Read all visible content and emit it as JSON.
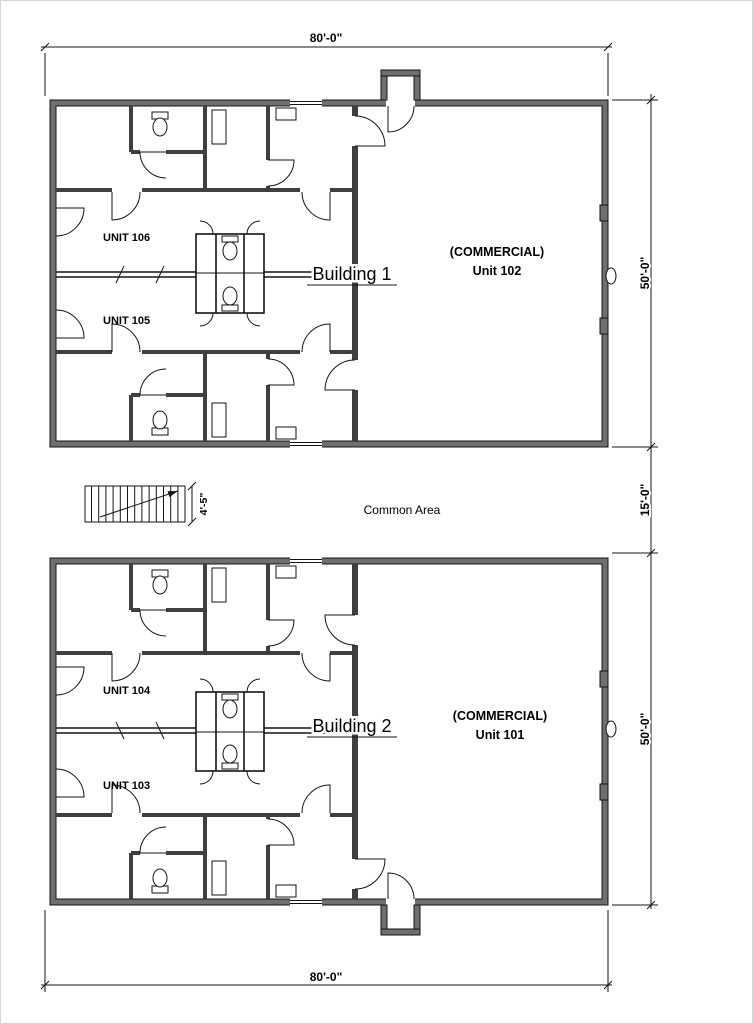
{
  "labels": {
    "building1": {
      "title": "Building 1",
      "unit_top": "UNIT 106",
      "unit_bottom": "UNIT 105",
      "commercial_line1": "(COMMERCIAL)",
      "commercial_line2": "Unit 102"
    },
    "building2": {
      "title": "Building 2",
      "unit_top": "UNIT 104",
      "unit_bottom": "UNIT 103",
      "commercial_line1": "(COMMERCIAL)",
      "commercial_line2": "Unit 101"
    },
    "common_area": "Common Area",
    "dimensions": {
      "top_width": "80'-0\"",
      "bottom_width": "80'-0\"",
      "building1_height": "50'-0\"",
      "building2_height": "50'-0\"",
      "common_height": "15'-0\"",
      "stair_width": "4'-5\""
    }
  },
  "colors": {
    "line": "#141414",
    "wall": "#3f3f3f",
    "wall_fill": "#6f6f6f",
    "background": "#ffffff"
  }
}
